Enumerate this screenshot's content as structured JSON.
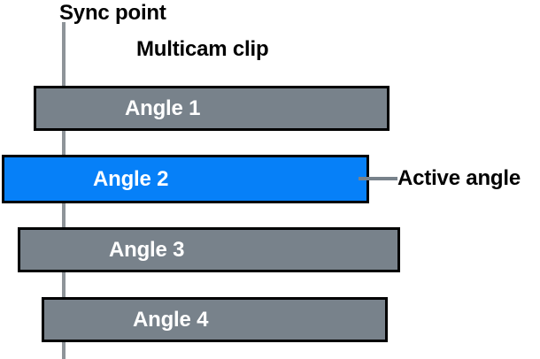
{
  "diagram": {
    "title_labels": {
      "sync_point": "Sync point",
      "multicam_clip": "Multicam clip",
      "active_angle": "Active angle"
    },
    "colors": {
      "inactive_angle_fill": "#78828b",
      "active_angle_fill": "#0680f8",
      "angle_border": "#000000",
      "sync_line": "#8e9499",
      "leader_line": "#78828b",
      "label_text": "#000000",
      "bar_text": "#ffffff",
      "background": "#ffffff"
    },
    "angles": [
      {
        "label": "Angle 1",
        "active": false,
        "fill": "#78828b"
      },
      {
        "label": "Angle 2",
        "active": true,
        "fill": "#0680f8"
      },
      {
        "label": "Angle 3",
        "active": false,
        "fill": "#78828b"
      },
      {
        "label": "Angle 4",
        "active": false,
        "fill": "#78828b"
      }
    ]
  }
}
